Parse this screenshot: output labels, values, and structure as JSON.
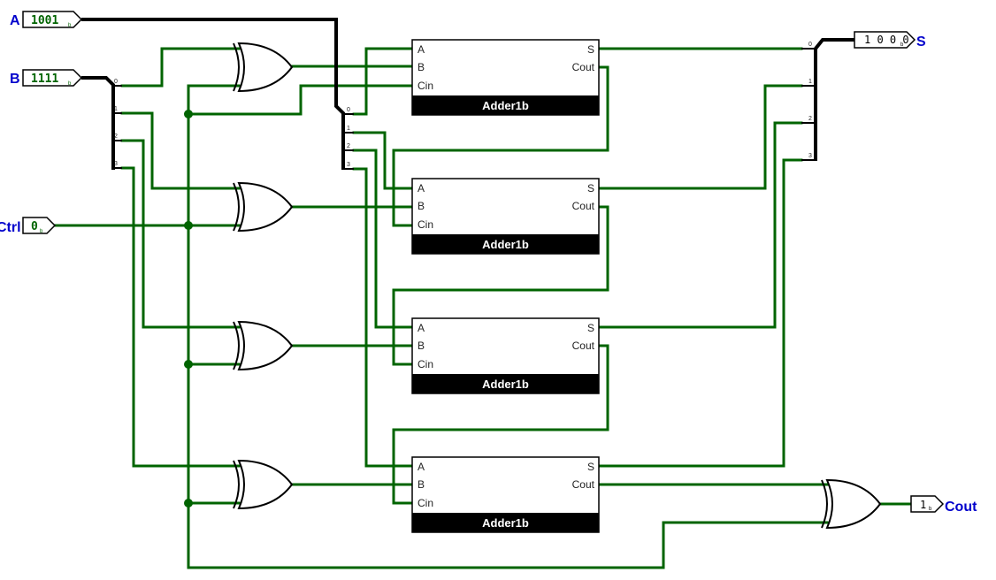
{
  "colors": {
    "wire": "#006400",
    "bus": "#000000",
    "label": "#0000cc",
    "pin_value": "#006400"
  },
  "inputs": {
    "A": {
      "label": "A",
      "value": "1001",
      "suffix": "b"
    },
    "B": {
      "label": "B",
      "value": "1111",
      "suffix": "b"
    },
    "Ctrl": {
      "label": "Ctrl",
      "value": "0",
      "suffix": "b"
    }
  },
  "outputs": {
    "S": {
      "label": "S",
      "value": "1 0 0 0",
      "suffix": "b"
    },
    "Cout": {
      "label": "Cout",
      "value": "1",
      "suffix": "b"
    }
  },
  "adder": {
    "title": "Adder1b",
    "port_a": "A",
    "port_b": "B",
    "port_cin": "Cin",
    "port_s": "S",
    "port_cout": "Cout"
  },
  "adder_count": 4,
  "xor_count": 5,
  "splitter_bits": [
    "0",
    "1",
    "2",
    "3"
  ]
}
